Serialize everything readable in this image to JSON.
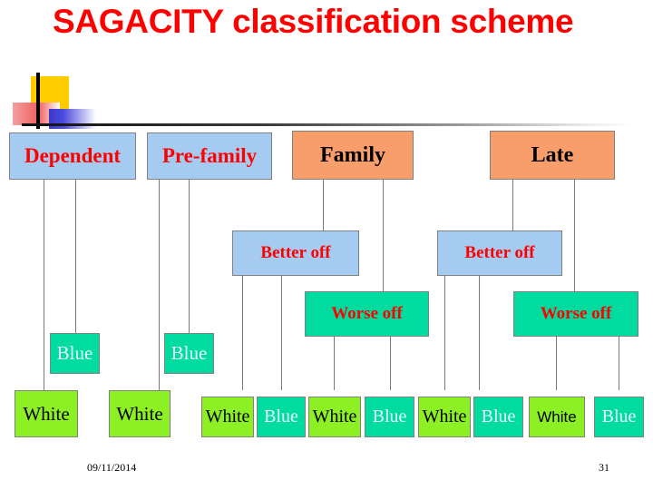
{
  "slide": {
    "title": "SAGACITY classification scheme",
    "footer_date": "09/11/2014",
    "footer_page": "31"
  },
  "colors": {
    "title_red": "#FF0000",
    "box_blue": "#A6CBF0",
    "box_orange": "#F79E6B",
    "box_teal": "#00DBA0",
    "box_green": "#8CF024",
    "border_gray": "#808080",
    "connector_gray": "#7A7A7A"
  },
  "decoration": {
    "yellow_square": "#FFCC00",
    "red_square": "#F06060",
    "blue_square": "#4A4ADF",
    "vertical_bar": "#000000"
  },
  "level1": [
    {
      "label": "Dependent",
      "color": "blue",
      "text": "red"
    },
    {
      "label": "Pre-family",
      "color": "blue",
      "text": "red"
    },
    {
      "label": "Family",
      "color": "orange",
      "text": "black"
    },
    {
      "label": "Late",
      "color": "orange",
      "text": "black"
    }
  ],
  "level2": [
    {
      "label": "Better off",
      "color": "blue",
      "text": "red"
    },
    {
      "label": "Worse off",
      "color": "teal",
      "text": "red"
    },
    {
      "label": "Better off",
      "color": "blue",
      "text": "red"
    },
    {
      "label": "Worse off",
      "color": "teal",
      "text": "red"
    }
  ],
  "leaves": [
    {
      "label": "White",
      "color": "green",
      "text": "black",
      "font": "serif"
    },
    {
      "label": "Blue",
      "color": "teal",
      "text": "white",
      "font": "serif"
    },
    {
      "label": "White",
      "color": "green",
      "text": "black",
      "font": "serif"
    },
    {
      "label": "Blue",
      "color": "teal",
      "text": "white",
      "font": "serif"
    },
    {
      "label": "White",
      "color": "green",
      "text": "black",
      "font": "serif"
    },
    {
      "label": "Blue",
      "color": "teal",
      "text": "white",
      "font": "serif"
    },
    {
      "label": "White",
      "color": "green",
      "text": "black",
      "font": "serif"
    },
    {
      "label": "Blue",
      "color": "teal",
      "text": "white",
      "font": "serif"
    },
    {
      "label": "White",
      "color": "green",
      "text": "black",
      "font": "serif"
    },
    {
      "label": "Blue",
      "color": "teal",
      "text": "white",
      "font": "serif"
    },
    {
      "label": "White",
      "color": "green",
      "text": "black",
      "font": "serif"
    },
    {
      "label": "Blue",
      "color": "teal",
      "text": "white",
      "font": "serif"
    },
    {
      "label": "White",
      "color": "green",
      "text": "black",
      "font": "sans"
    },
    {
      "label": "Blue",
      "color": "teal",
      "text": "white",
      "font": "serif"
    }
  ]
}
